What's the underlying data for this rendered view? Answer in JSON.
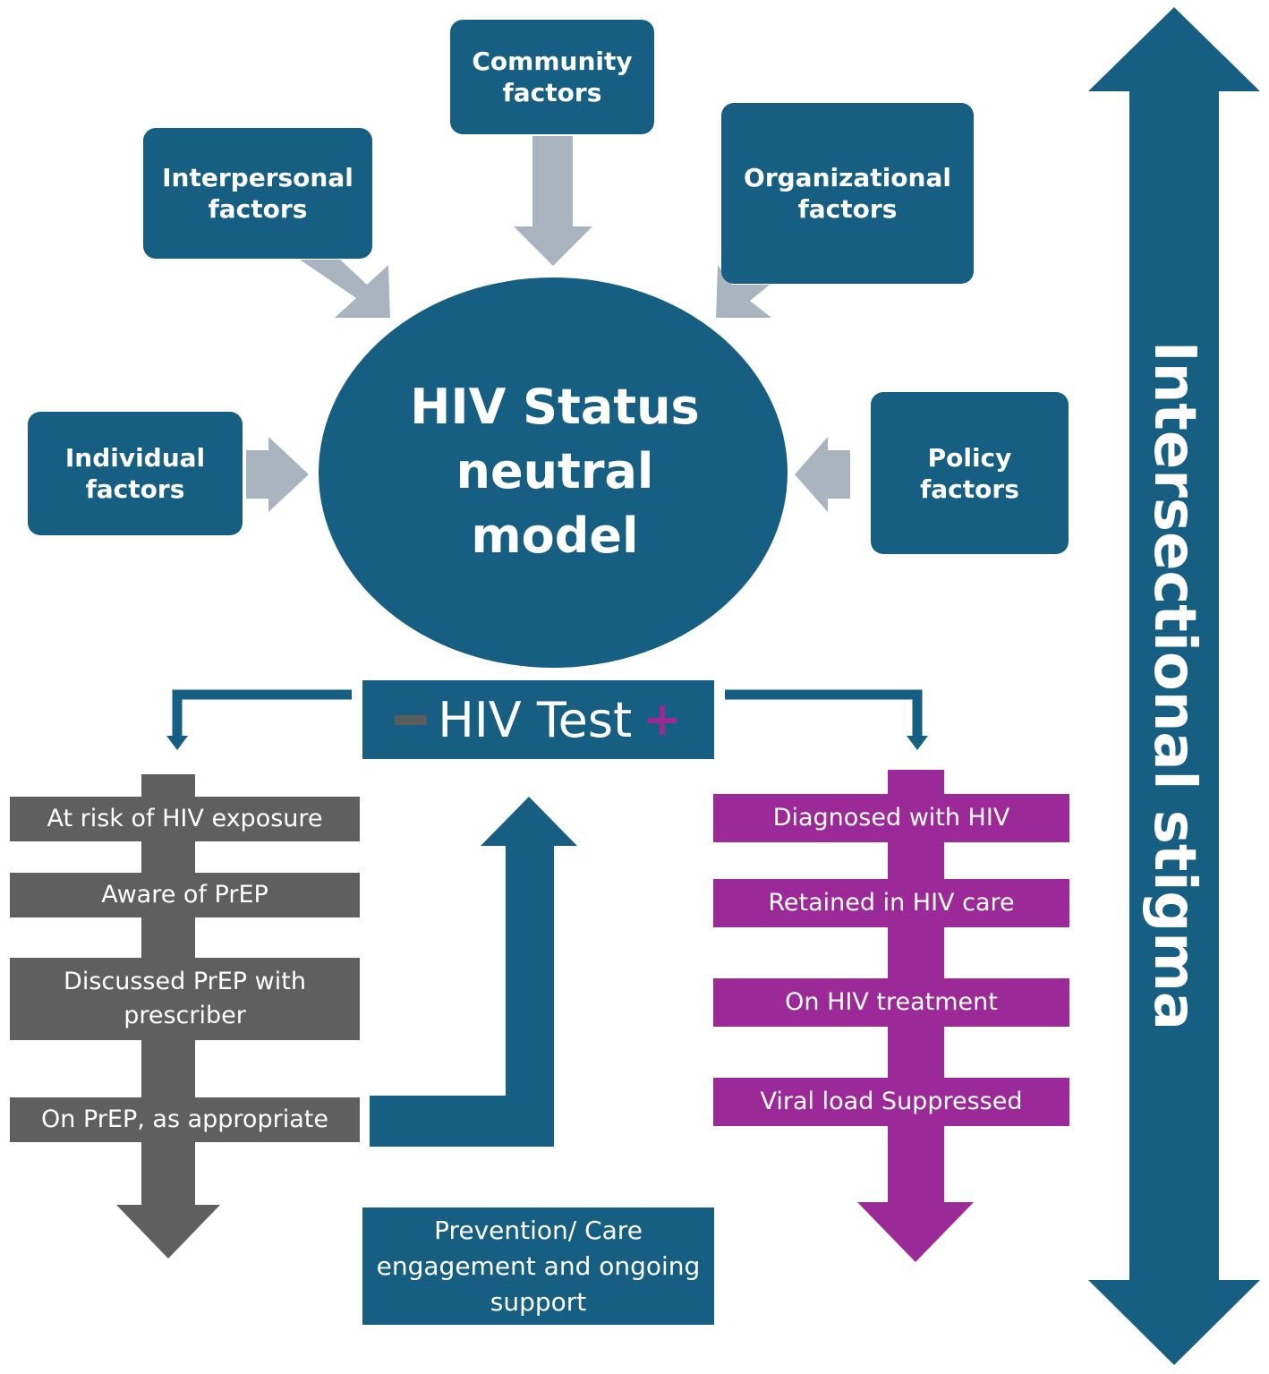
{
  "diagram": {
    "center": {
      "line1": "HIV Status",
      "line2": "neutral",
      "line3": "model"
    },
    "factors": {
      "individual": {
        "line1": "Individual",
        "line2": "factors"
      },
      "interpersonal": {
        "line1": "Interpersonal",
        "line2": "factors"
      },
      "community": {
        "line1": "Community",
        "line2": "factors"
      },
      "organizational": {
        "line1": "Organizational",
        "line2": "factors"
      },
      "policy": {
        "line1": "Policy",
        "line2": "factors"
      }
    },
    "hiv_test": {
      "label": "HIV Test",
      "negative_symbol": "minus",
      "positive_symbol": "+"
    },
    "negative_steps": [
      "At risk of HIV exposure",
      "Aware of PrEP",
      "Discussed PrEP with prescriber",
      "On PrEP, as appropriate"
    ],
    "positive_steps": [
      "Diagnosed with HIV",
      "Retained in HIV care",
      "On HIV treatment",
      "Viral load Suppressed"
    ],
    "support": "Prevention/ Care engagement and ongoing support",
    "side_label": "Intersectional stigma",
    "colors": {
      "primary_blue": "#175f82",
      "arrow_gray": "#a9b4c0",
      "negative_gray": "#5f5f5f",
      "positive_magenta": "#9b2a98"
    }
  }
}
